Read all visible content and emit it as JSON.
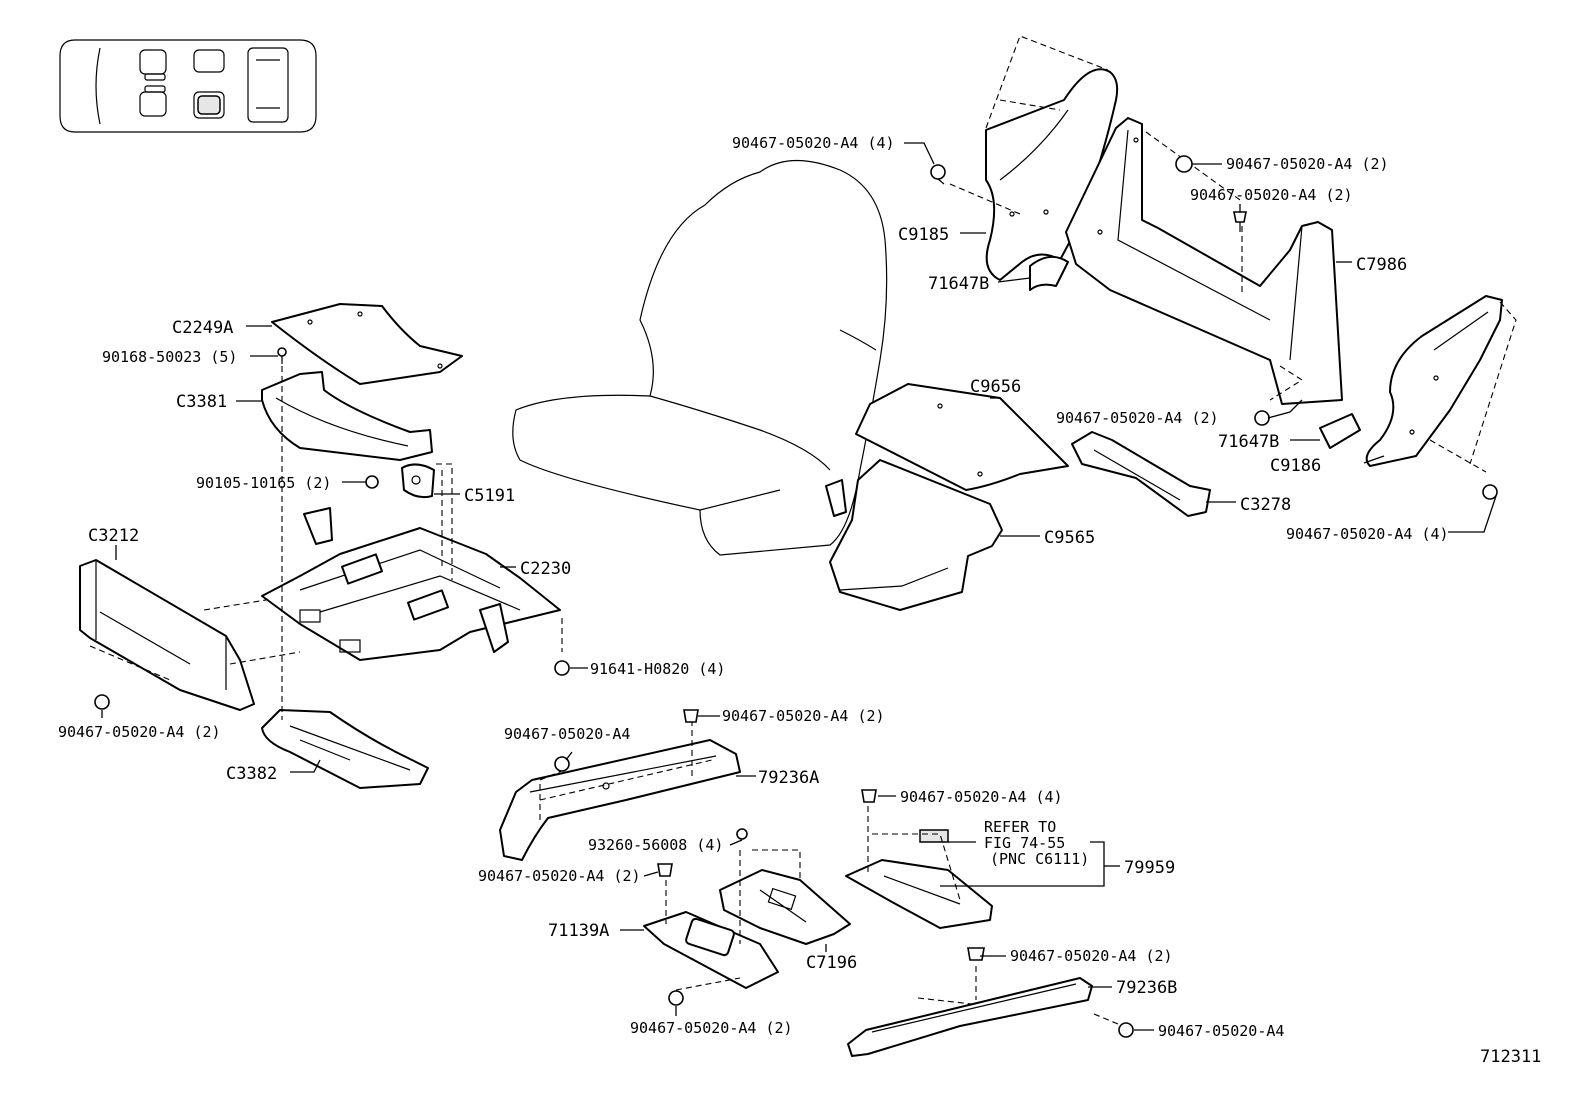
{
  "figure_id": "712311",
  "callouts": {
    "c9185": "C9185",
    "c71647b_top": "71647B",
    "c7986": "C7986",
    "c9656": "C9656",
    "c71647b_right": "71647B",
    "c9186": "C9186",
    "c3278": "C3278",
    "c9565": "C9565",
    "c2249a": "C2249A",
    "c3381": "C3381",
    "c5191": "C5191",
    "c3212": "C3212",
    "c2230": "C2230",
    "c3382": "C3382",
    "p79236a": "79236A",
    "p79959": "79959",
    "p71139a": "71139A",
    "c7196": "C7196",
    "p79236b": "79236B",
    "b_top_left_bolt": "90467-05020-A4 (4)",
    "b_top_right_1": "90467-05020-A4 (2)",
    "b_top_right_2": "90467-05020-A4 (2)",
    "b_mid_right_1": "90467-05020-A4 (2)",
    "b_mid_right_2": "90467-05020-A4 (4)",
    "b_90168": "90168-50023 (5)",
    "b_90105": "90105-10165 (2)",
    "b_91641": "91641-H0820 (4)",
    "b_c3212": "90467-05020-A4 (2)",
    "b_79236a_top": "90467-05020-A4 (2)",
    "b_79236a_left": "90467-05020-A4",
    "b_79959": "90467-05020-A4 (4)",
    "b_93260": "93260-56008 (4)",
    "b_71139a_top": "90467-05020-A4 (2)",
    "b_71139a_bottom": "90467-05020-A4 (2)",
    "b_79236b_top": "90467-05020-A4 (2)",
    "b_79236b_right": "90467-05020-A4"
  },
  "refer": {
    "line1": "REFER TO",
    "line2": "FIG 74-55",
    "line3": "(PNC C6111)"
  }
}
